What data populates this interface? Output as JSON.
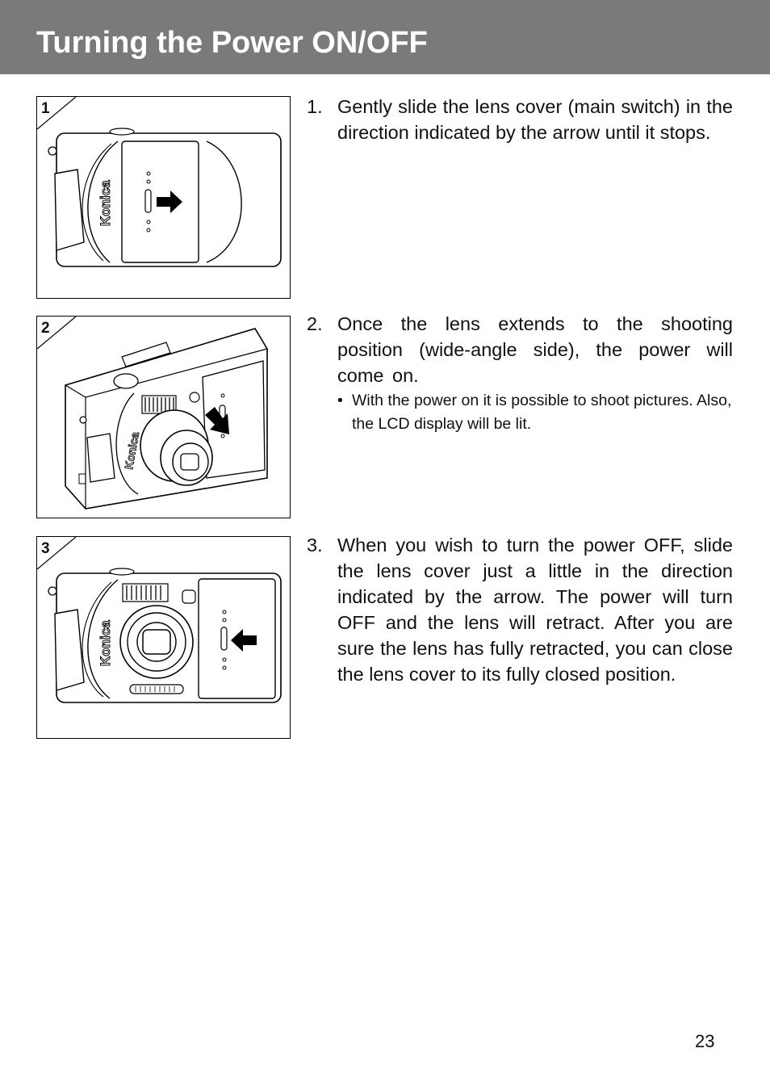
{
  "header": {
    "title": "Turning the Power ON/OFF"
  },
  "figures": [
    {
      "number": "1"
    },
    {
      "number": "2"
    },
    {
      "number": "3"
    }
  ],
  "steps": [
    {
      "number": "1.",
      "text": "Gently slide the lens cover (main switch) in the direction indicated by the arrow until it stops."
    },
    {
      "number": "2.",
      "text": "Once the lens extends to the shooting position (wide-angle side), the power will come on.",
      "note_bullet": "•",
      "note": "With the power on it is possible to shoot pictures. Also, the LCD display will be lit."
    },
    {
      "number": "3.",
      "text": "When you wish to turn the power OFF, slide the lens cover just a little in the direction indicated by the arrow. The power will turn OFF and the lens will retract. After you are sure the lens has fully retracted, you can close the lens cover to its fully closed position."
    }
  ],
  "brand_logo": "Konica",
  "page_number": "23"
}
